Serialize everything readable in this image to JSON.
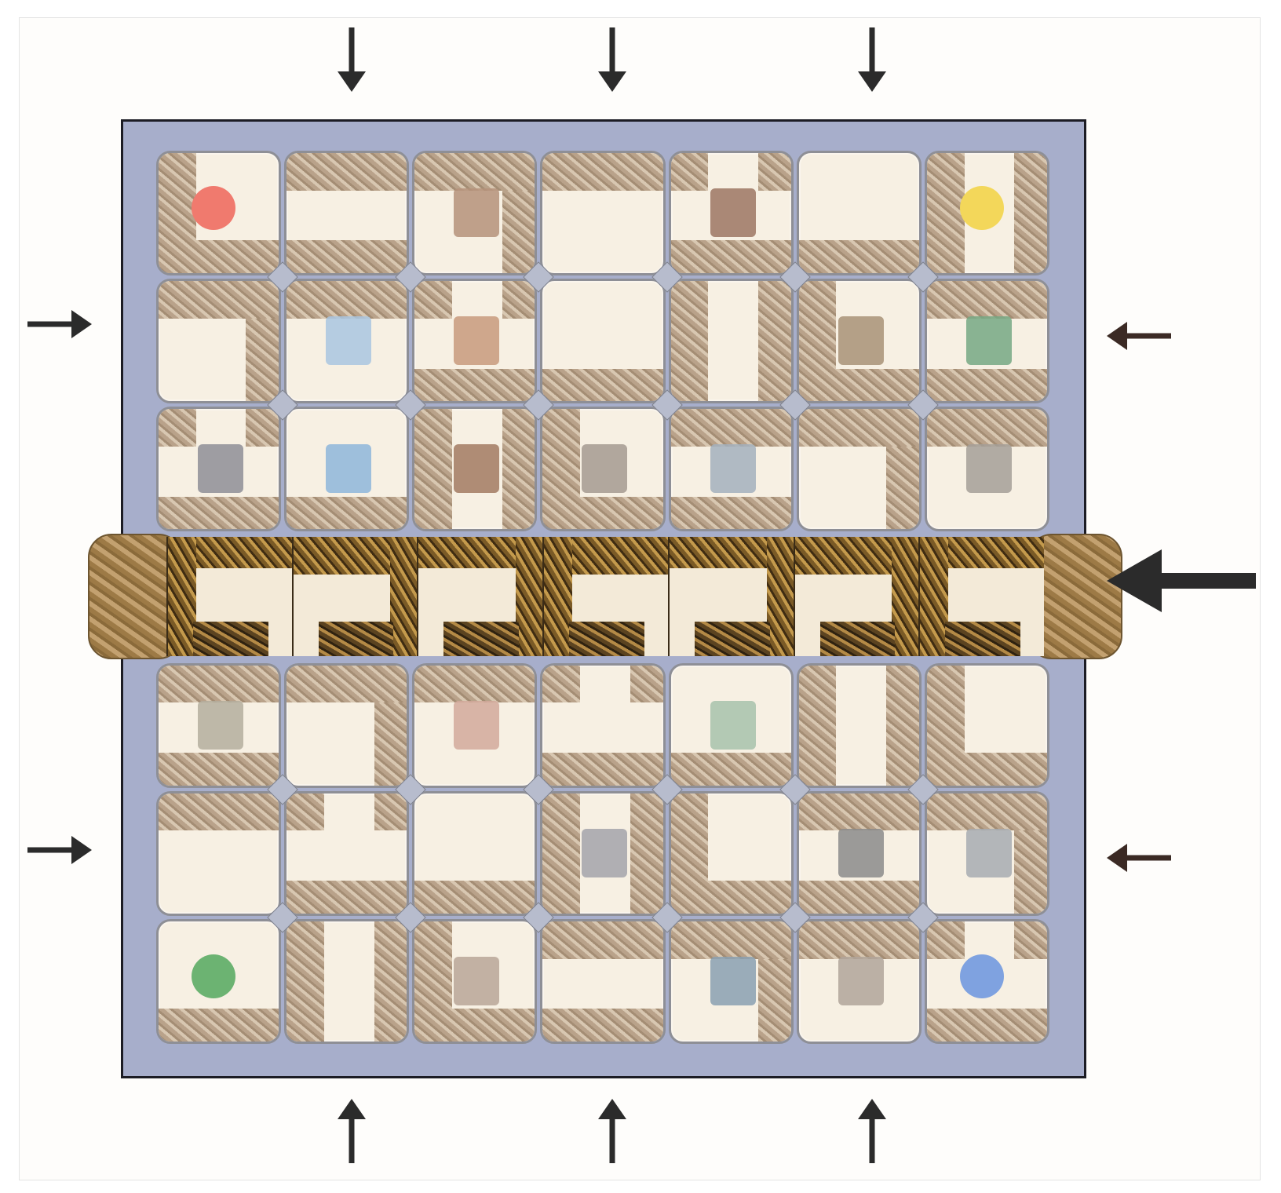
{
  "game": {
    "board_size": [
      7,
      7
    ],
    "shifted_row": 3,
    "colors": {
      "board_frame": "#a7aecb",
      "tile_floor": "#f7f0e3",
      "tile_wall": "#b9a28a",
      "shift_wall": "#7a5a26",
      "arrow": "#2b2b2b",
      "arrow_brown": "#3b2a24"
    },
    "goals": [
      {
        "name": "red-goal",
        "row": 0,
        "col": 0,
        "color": "#f07a6e"
      },
      {
        "name": "yellow-goal",
        "row": 0,
        "col": 6,
        "color": "#f3d75a"
      },
      {
        "name": "green-goal",
        "row": 6,
        "col": 0,
        "color": "#6cb372"
      },
      {
        "name": "blue-goal",
        "row": 6,
        "col": 6,
        "color": "#7fa2e0"
      }
    ],
    "treasures": [
      {
        "name": "stone-bust-icon",
        "row": 0,
        "col": 2,
        "color": "#b5927a"
      },
      {
        "name": "stone-idol-icon",
        "row": 0,
        "col": 4,
        "color": "#9c7663"
      },
      {
        "name": "blue-blueprint-icon",
        "row": 1,
        "col": 1,
        "color": "#a9c5e1"
      },
      {
        "name": "brick-sign-icon",
        "row": 1,
        "col": 2,
        "color": "#c89a7c"
      },
      {
        "name": "temple-facade-icon",
        "row": 1,
        "col": 5,
        "color": "#a89277"
      },
      {
        "name": "green-tree-icon",
        "row": 1,
        "col": 6,
        "color": "#76a884"
      },
      {
        "name": "grey-panel-icon",
        "row": 2,
        "col": 0,
        "color": "#8e8e96"
      },
      {
        "name": "blue-bell-icon",
        "row": 2,
        "col": 1,
        "color": "#8eb6db"
      },
      {
        "name": "brown-head-icon",
        "row": 2,
        "col": 2,
        "color": "#a27a62"
      },
      {
        "name": "tower-icon",
        "row": 2,
        "col": 3,
        "color": "#a49a90"
      },
      {
        "name": "cart-icon",
        "row": 2,
        "col": 4,
        "color": "#a3b0bd"
      },
      {
        "name": "cage-icon",
        "row": 2,
        "col": 6,
        "color": "#a59f98"
      },
      {
        "name": "grey-stone-icon",
        "row": 4,
        "col": 0,
        "color": "#b4ae9e"
      },
      {
        "name": "red-document-icon",
        "row": 4,
        "col": 2,
        "color": "#d2a99b"
      },
      {
        "name": "green-house-icon",
        "row": 4,
        "col": 4,
        "color": "#a7c2ab"
      },
      {
        "name": "window-icon",
        "row": 5,
        "col": 3,
        "color": "#a3a3aa"
      },
      {
        "name": "machine-icon",
        "row": 5,
        "col": 5,
        "color": "#8b8b8b"
      },
      {
        "name": "bird-icon",
        "row": 5,
        "col": 6,
        "color": "#a7acb1"
      },
      {
        "name": "candelabra-icon",
        "row": 6,
        "col": 2,
        "color": "#b9a698"
      },
      {
        "name": "blue-robot-icon",
        "row": 6,
        "col": 4,
        "color": "#8aa0b2"
      },
      {
        "name": "column-icon",
        "row": 6,
        "col": 5,
        "color": "#b0a49a"
      }
    ],
    "arrows": [
      {
        "name": "insert-top-arrow",
        "dir": "down"
      },
      {
        "name": "insert-top-arrow",
        "dir": "down"
      },
      {
        "name": "insert-top-arrow",
        "dir": "down"
      },
      {
        "name": "insert-bottom-arrow",
        "dir": "up"
      },
      {
        "name": "insert-bottom-arrow",
        "dir": "up"
      },
      {
        "name": "insert-bottom-arrow",
        "dir": "up"
      },
      {
        "name": "insert-left-arrow",
        "dir": "right"
      },
      {
        "name": "insert-left-arrow",
        "dir": "right"
      },
      {
        "name": "insert-right-arrow",
        "dir": "left"
      },
      {
        "name": "insert-right-arrow",
        "dir": "left"
      },
      {
        "name": "active-insert-arrow",
        "dir": "left"
      }
    ]
  }
}
